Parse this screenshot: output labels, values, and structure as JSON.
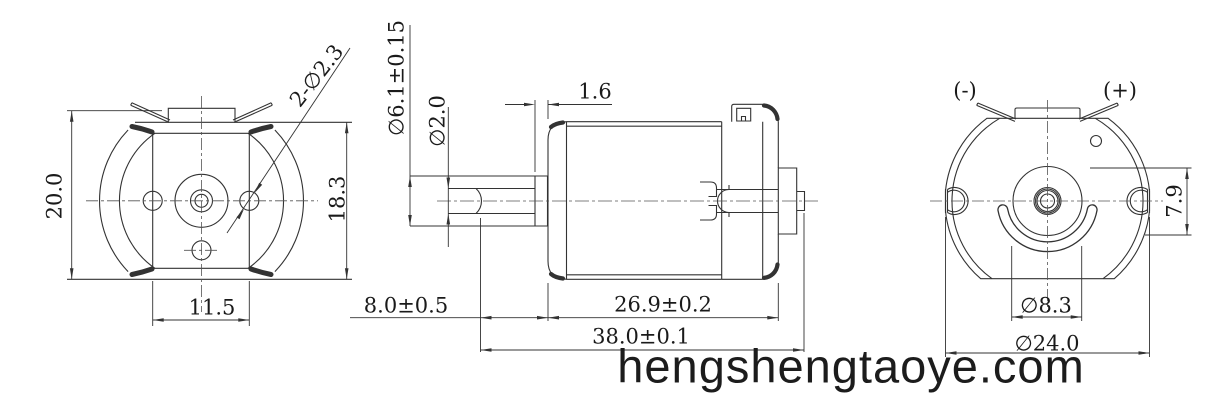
{
  "watermark": "hengshengtaoye.com",
  "views": {
    "front": {
      "dim_overall_height": "20.0",
      "dim_flat_height": "18.3",
      "dim_hole_spacing": "11.5",
      "dim_mount_holes": "2-∅2.3"
    },
    "side": {
      "dim_boss_dia": "∅6.1±0.15",
      "dim_shaft_dia": "∅2.0",
      "dim_boss_len": "1.6",
      "dim_shaft_len": "8.0±0.5",
      "dim_body_len": "26.9±0.2",
      "dim_overall_len": "38.0±0.1"
    },
    "rear": {
      "terminal_negative": "(-)",
      "terminal_positive": "(+)",
      "dim_tab_width": "7.9",
      "dim_hub_dia": "∅8.3",
      "dim_outer_dia": "∅24.0"
    }
  },
  "colors": {
    "line": "#333333",
    "text": "#1a1a1a",
    "watermark": "#1c1c1c",
    "background": "#ffffff"
  }
}
